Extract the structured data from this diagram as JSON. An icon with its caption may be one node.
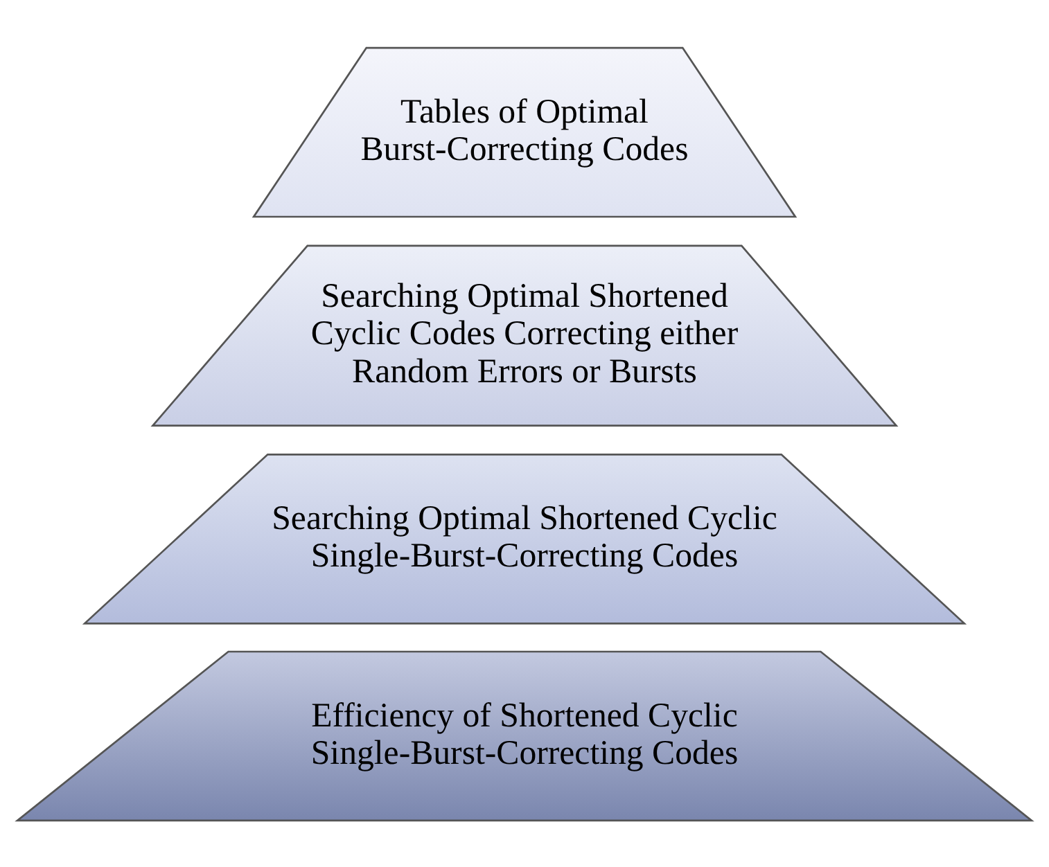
{
  "diagram": {
    "nodes": [
      {
        "text": [
          "Tables of Optimal Burst-Correcting Codes"
        ]
      },
      {
        "text": [
          "Searching Optimal Shortened Cyclic Codes Correcting either Random Errors or Bursts"
        ]
      },
      {
        "text": [
          "Searching Optimal Shortened Cyclic Single-Burst-Correcting Codes"
        ]
      },
      {
        "text": [
          "Efficiency of Shortened Cyclic Single-Burst-Correcting Codes"
        ]
      }
    ]
  }
}
